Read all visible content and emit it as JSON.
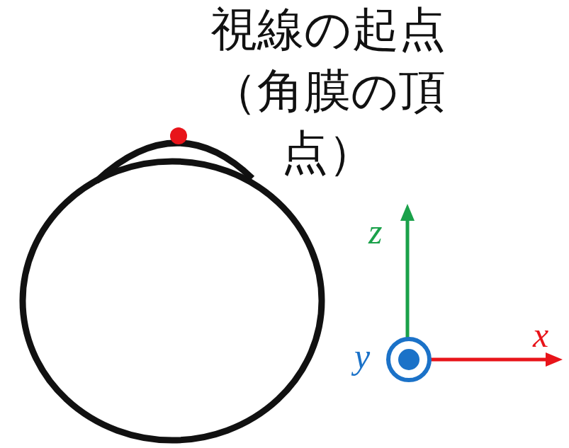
{
  "diagram": {
    "labels": [
      "視線の起点（角膜の頂点）",
      "z",
      "x",
      "y"
    ]
  }
}
